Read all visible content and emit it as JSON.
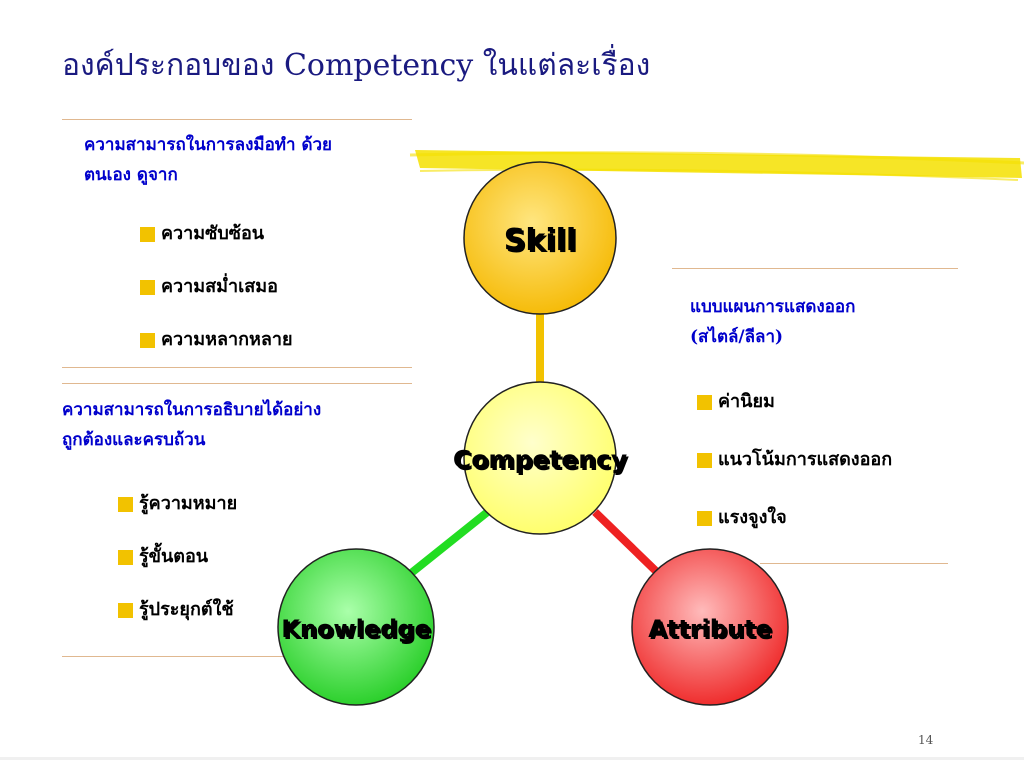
{
  "title": "องค์ประกอบของ Competency ในแต่ละเรื่อง",
  "skill_panel": {
    "description_line1": "ความสามารถในการลงมือทำ  ด้วย",
    "description_line2": "ตนเอง ดูจาก",
    "bullets": [
      "ความซับซ้อน",
      "ความสม่ำเสมอ",
      "ความหลากหลาย"
    ]
  },
  "knowledge_panel": {
    "description_line1": "ความสามารถในการอธิบายได้อย่าง",
    "description_line2": "ถูกต้องและครบถ้วน",
    "bullets": [
      "รู้ความหมาย",
      "รู้ขั้นตอน",
      "รู้ประยุกต์ใช้"
    ]
  },
  "attribute_panel": {
    "description_line1": "แบบแผนการแสดงออก",
    "description_line2": "(สไตล์/ลีลา)",
    "bullets": [
      "ค่านิยม",
      "แนวโน้มการแสดงออก",
      "แรงจูงใจ"
    ]
  },
  "diagram": {
    "center_label": "Competency",
    "skill_label": "Skill",
    "knowledge_label": "Knowledge",
    "attribute_label": "Attribute",
    "colors": {
      "center": "#ffff66",
      "skill": "#f5b800",
      "knowledge": "#22cc22",
      "attribute": "#ee2222",
      "skill_connector": "#f2c200",
      "knowledge_connector": "#22dd22",
      "attribute_connector": "#ee2222",
      "highlight_stroke": "#f5e000"
    }
  },
  "page_number": "14"
}
